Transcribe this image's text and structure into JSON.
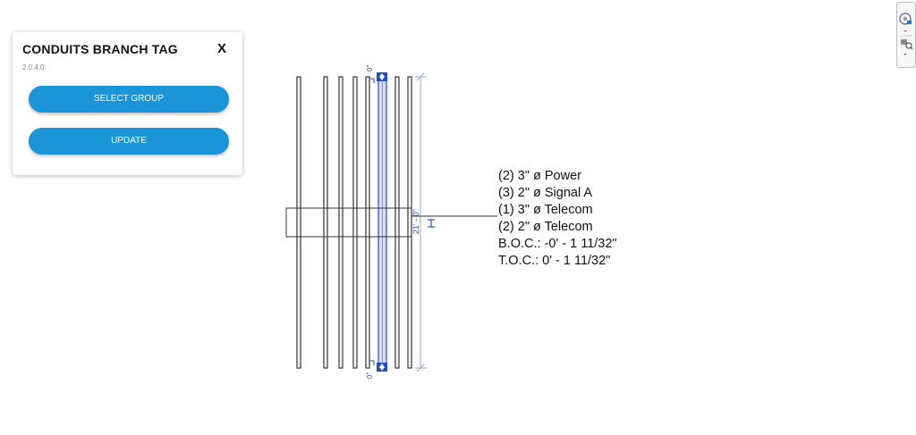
{
  "panel": {
    "title": "CONDUITS BRANCH TAG",
    "close_label": "X",
    "version": "2.0.4.0",
    "select_group_label": "SELECT GROUP",
    "update_label": "UPDATE"
  },
  "tag": {
    "lines": [
      "(2) 3\" ø Power",
      "(3) 2\" ø Signal A",
      "(1) 3\" ø Telecom",
      "(2) 2\" ø Telecom",
      "B.O.C.: -0' - 1 11/32\"",
      "T.O.C.: 0' - 1 11/32\""
    ]
  },
  "dimension": {
    "length_label": "21' - 0\"",
    "end_label_top": "0\"",
    "end_label_bottom": "0\""
  },
  "colors": {
    "accent": "#1a96d8",
    "selection": "#1f4fc8"
  },
  "navbar": {
    "icons": [
      "steering-wheel-icon",
      "zoom-icon"
    ]
  }
}
